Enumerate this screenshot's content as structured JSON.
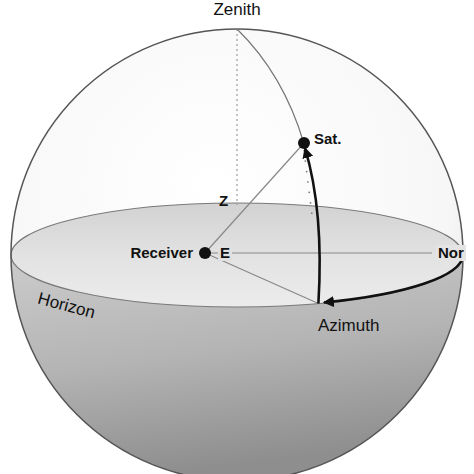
{
  "diagram": {
    "labels": [
      "Zenith",
      "Sat.",
      "Z",
      "Receiver",
      "E",
      "Horizon",
      "Nor",
      "Azimuth"
    ]
  }
}
